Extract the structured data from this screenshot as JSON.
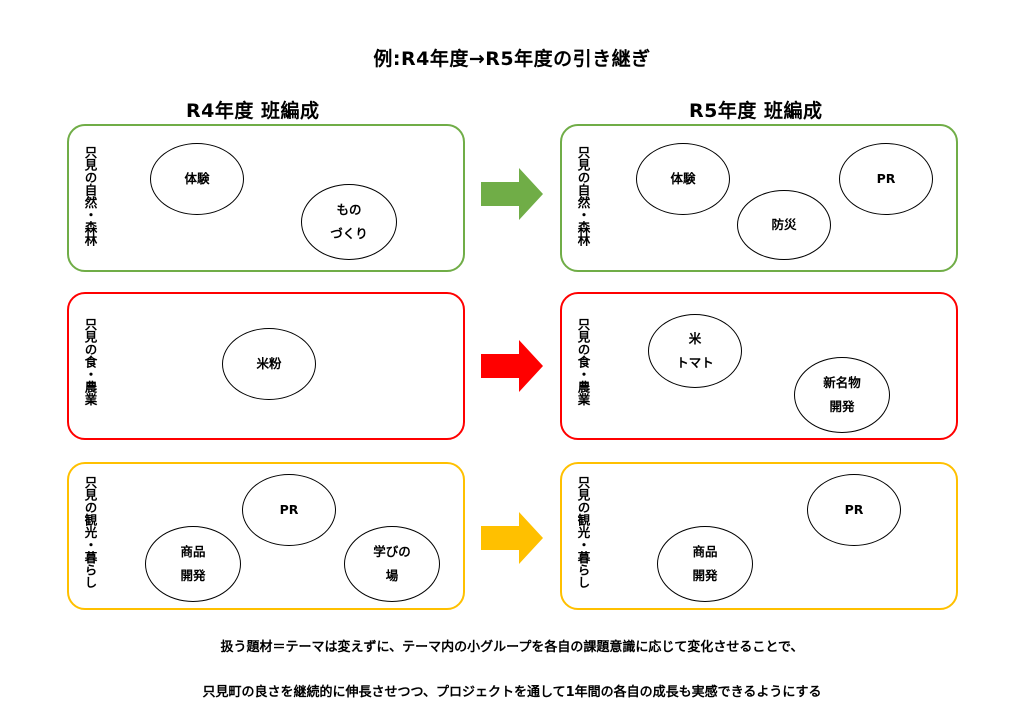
{
  "title": "例:R4年度→R5年度の引き継ぎ",
  "headers": {
    "left": "R4年度  班編成",
    "right": "R5年度  班編成"
  },
  "colors": {
    "green": "#70ad47",
    "red": "#ff0000",
    "yellow": "#ffc000"
  },
  "groups": {
    "nature": {
      "label": "只見の自然・森林",
      "r4": [
        "体験",
        "もの\nづくり"
      ],
      "r5": [
        "体験",
        "防災",
        "PR"
      ]
    },
    "food": {
      "label": "只見の食・農業",
      "r4": [
        "米粉"
      ],
      "r5": [
        "米\nトマト",
        "新名物\n開発"
      ]
    },
    "tourism": {
      "label": "只見の観光・暮らし",
      "r4": [
        "PR",
        "商品\n開発",
        "学びの\n場"
      ],
      "r5": [
        "PR",
        "商品\n開発"
      ]
    }
  },
  "notes": [
    "扱う題材＝テーマは変えずに、テーマ内の小グループを各自の課題意識に応じて変化させることで、",
    "只見町の良さを継続的に伸長させつつ、プロジェクトを通して1年間の各自の成長も実感できるようにする"
  ]
}
